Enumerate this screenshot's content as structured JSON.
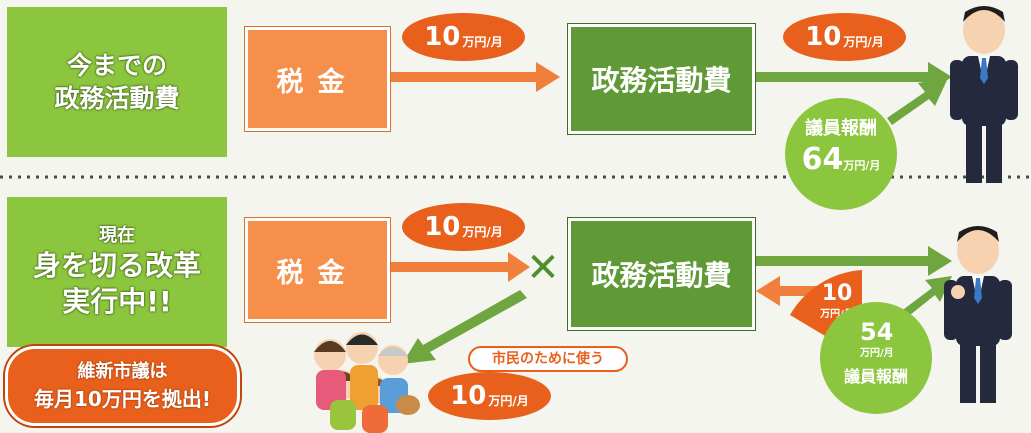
{
  "top": {
    "label_line1": "今までの",
    "label_line2": "政務活動費",
    "tax": "税金",
    "amount_in": {
      "num": "10",
      "unit": "万円/月"
    },
    "seimu": "政務活動費",
    "amount_out": {
      "num": "10",
      "unit": "万円/月"
    },
    "salary": {
      "label": "議員報酬",
      "num": "64",
      "unit": "万円/月"
    }
  },
  "bottom": {
    "label_line1": "現在",
    "label_line2": "身を切る改革",
    "label_line3": "実行中!!",
    "tax": "税金",
    "amount_in": {
      "num": "10",
      "unit": "万円/月"
    },
    "cross": "✕",
    "seimu": "政務活動費",
    "returned": {
      "num": "10",
      "unit": "万円/月"
    },
    "salary": {
      "num": "54",
      "unit": "万円/月",
      "label": "議員報酬"
    },
    "citizen_tag": "市民のために使う",
    "citizen_amount": {
      "num": "10",
      "unit": "万円/月"
    },
    "badge_line1": "維新市議は",
    "badge_line2": "毎月10万円を拠出!"
  },
  "colors": {
    "green_label": "#8cc63f",
    "dark_green": "#5f9a36",
    "orange": "#f58f4b",
    "deep_orange": "#e8601c"
  }
}
